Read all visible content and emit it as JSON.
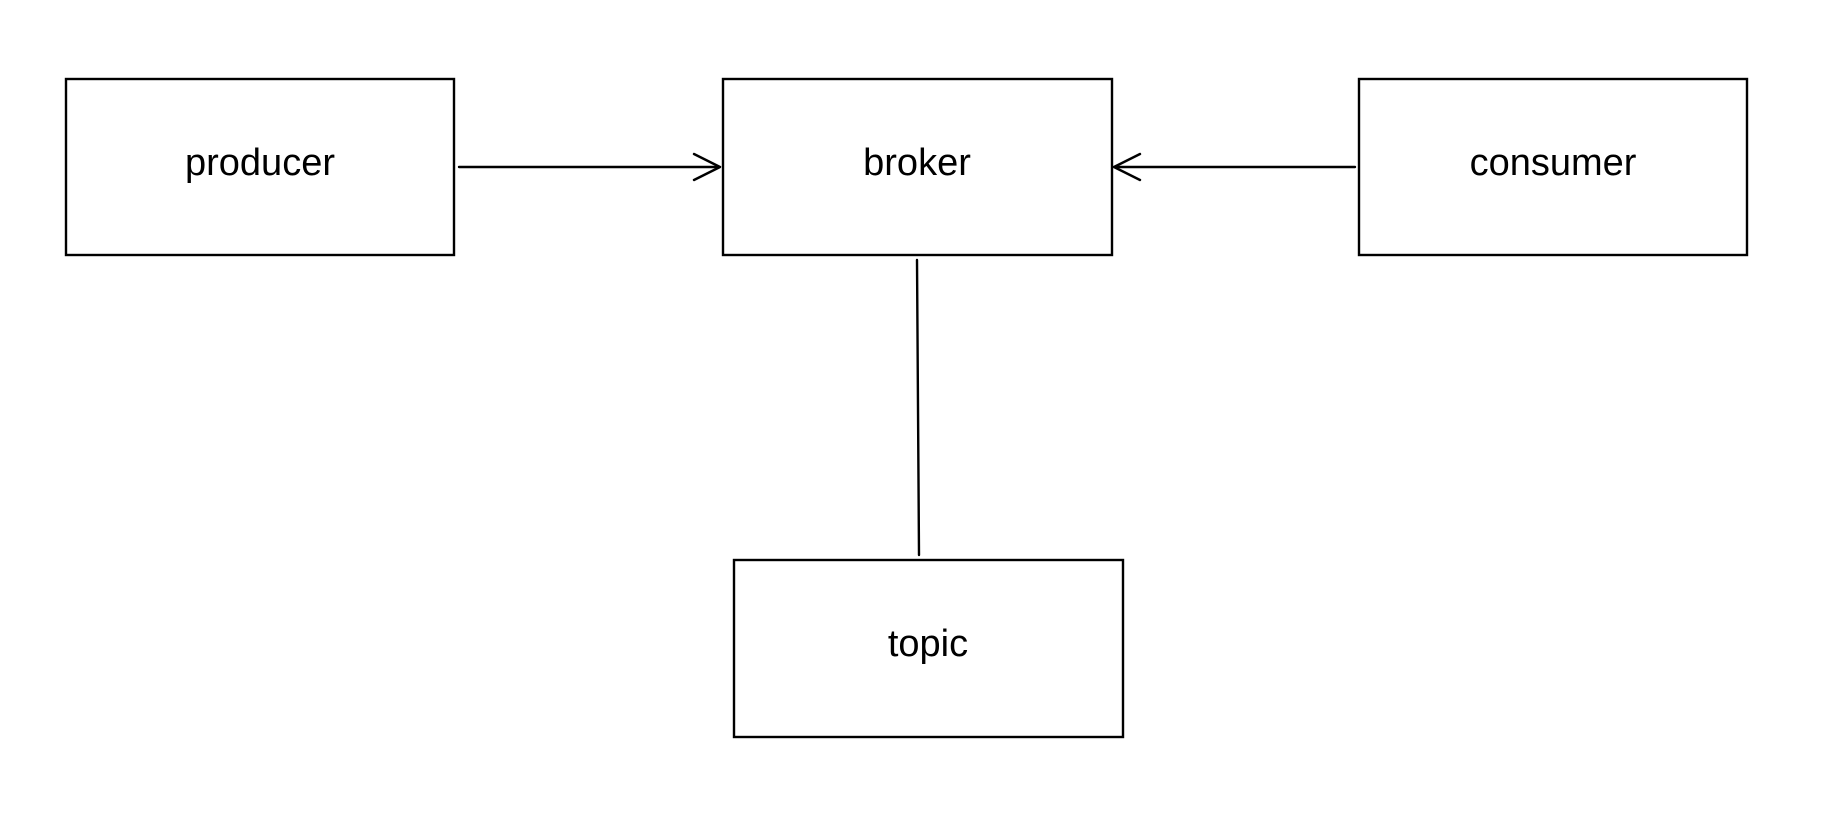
{
  "diagram": {
    "nodes": {
      "producer": {
        "label": "producer"
      },
      "broker": {
        "label": "broker"
      },
      "consumer": {
        "label": "consumer"
      },
      "topic": {
        "label": "topic"
      }
    },
    "edges": [
      {
        "from": "producer",
        "to": "broker",
        "arrow": "open"
      },
      {
        "from": "consumer",
        "to": "broker",
        "arrow": "open"
      },
      {
        "from": "broker",
        "to": "topic",
        "arrow": "none"
      }
    ]
  }
}
